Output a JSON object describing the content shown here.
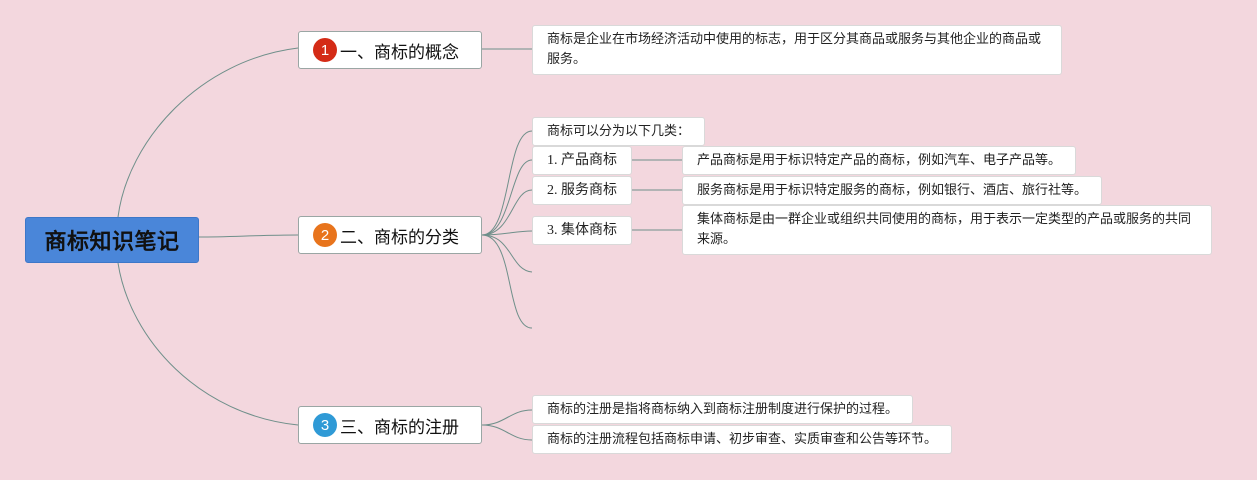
{
  "title": "商标知识笔记",
  "colors": {
    "background": "#f3d7de",
    "root_fill": "#4a86d9",
    "badge_1": "#d42b16",
    "badge_2": "#e8741c",
    "badge_3": "#2f9ad6",
    "connector": "#6f8f8a"
  },
  "branches": [
    {
      "badge": "1",
      "label": "一、商标的概念",
      "children": [
        "商标是企业在市场经济活动中使用的标志，用于区分其商品或服务与其他企业的商品或服务。"
      ]
    },
    {
      "badge": "2",
      "label": "二、商标的分类",
      "intro": "商标可以分为以下几类：",
      "categories": [
        {
          "label": "1. 产品商标",
          "desc": "产品商标是用于标识特定产品的商标，例如汽车、电子产品等。"
        },
        {
          "label": "2. 服务商标",
          "desc": "服务商标是用于标识特定服务的商标，例如银行、酒店、旅行社等。"
        },
        {
          "label": "3. 集体商标",
          "desc": "集体商标是由一群企业或组织共同使用的商标，用于表示一定类型的产品或服务的共同来源。"
        }
      ]
    },
    {
      "badge": "3",
      "label": "三、商标的注册",
      "children": [
        "商标的注册是指将商标纳入到商标注册制度进行保护的过程。",
        "商标的注册流程包括商标申请、初步审查、实质审查和公告等环节。"
      ]
    }
  ]
}
